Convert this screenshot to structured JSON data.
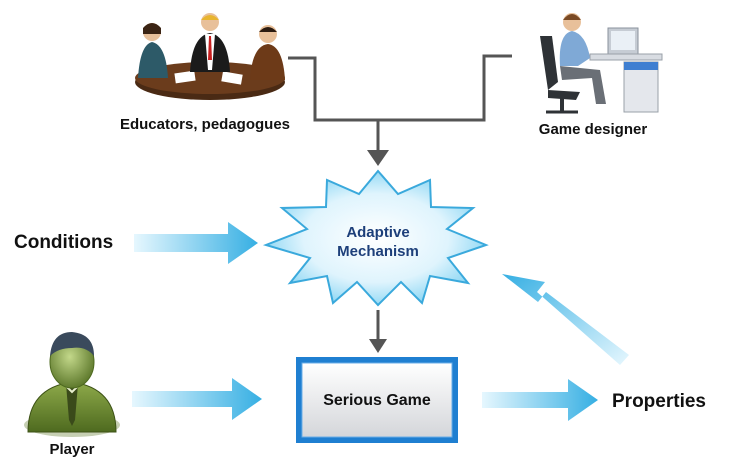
{
  "nodes": {
    "educators": {
      "label": "Educators, pedagogues"
    },
    "designer": {
      "label": "Game designer"
    },
    "adaptive": {
      "line1": "Adaptive",
      "line2": "Mechanism"
    },
    "conditions": {
      "label": "Conditions"
    },
    "player": {
      "label": "Player"
    },
    "serious_game": {
      "label": "Serious Game"
    },
    "properties": {
      "label": "Properties"
    }
  },
  "colors": {
    "arrow_light": "#d9f3fd",
    "arrow_dark": "#3fb6e6",
    "starburst_light": "#eaf8fe",
    "starburst_dark": "#58c4ee",
    "starburst_text": "#1d3f7a",
    "box_border": "#1f7fd1",
    "connector": "#555555"
  }
}
